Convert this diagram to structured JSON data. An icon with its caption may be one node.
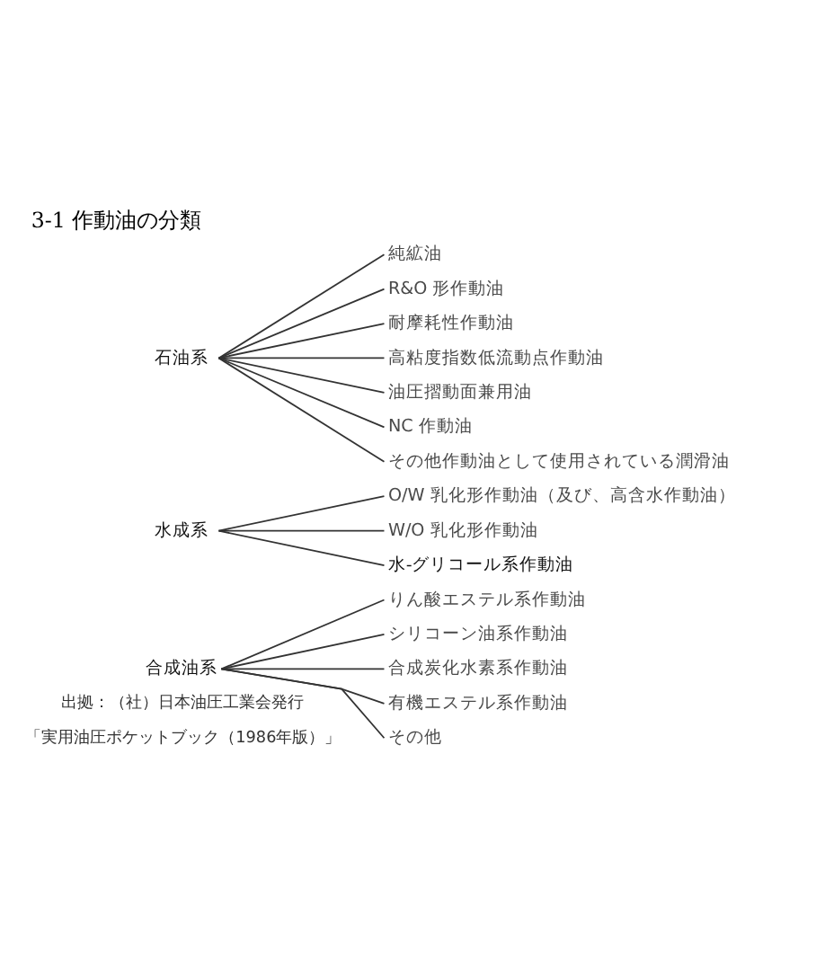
{
  "diagram": {
    "title": "3-1 作動油の分類",
    "nodes": [
      {
        "text": [
          "石油系"
        ]
      },
      {
        "text": [
          "純絋油"
        ]
      },
      {
        "text": [
          "R&O 形作動油"
        ]
      },
      {
        "text": [
          "耐摩耗性作動油"
        ]
      },
      {
        "text": [
          "高粘度指数低流動点作動油"
        ]
      },
      {
        "text": [
          "油圧摺動面兼用油"
        ]
      },
      {
        "text": [
          "NC 作動油"
        ]
      },
      {
        "text": [
          "その他作動油として使用されている潤滑油"
        ]
      },
      {
        "text": [
          "水成系"
        ]
      },
      {
        "text": [
          "O/W 乳化形作動油（及び、高含水作動油）"
        ]
      },
      {
        "text": [
          "W/O 乳化形作動油"
        ]
      },
      {
        "text": [
          "水-グリコール系作動油"
        ]
      },
      {
        "text": [
          "合成油系"
        ]
      },
      {
        "text": [
          "りん酸エステル系作動油"
        ]
      },
      {
        "text": [
          "シリコーン油系作動油"
        ]
      },
      {
        "text": [
          "合成炭化水素系作動油"
        ]
      },
      {
        "text": [
          "有機エステル系作動油"
        ]
      },
      {
        "text": [
          "その他"
        ]
      }
    ],
    "edges": [
      {
        "from": 0,
        "to": 1,
        "arrow": "none"
      },
      {
        "from": 0,
        "to": 2,
        "arrow": "none"
      },
      {
        "from": 0,
        "to": 3,
        "arrow": "none"
      },
      {
        "from": 0,
        "to": 4,
        "arrow": "none"
      },
      {
        "from": 0,
        "to": 5,
        "arrow": "none"
      },
      {
        "from": 0,
        "to": 6,
        "arrow": "none"
      },
      {
        "from": 0,
        "to": 7,
        "arrow": "none"
      },
      {
        "from": 8,
        "to": 9,
        "arrow": "none"
      },
      {
        "from": 8,
        "to": 10,
        "arrow": "none"
      },
      {
        "from": 8,
        "to": 11,
        "arrow": "none"
      },
      {
        "from": 12,
        "to": 13,
        "arrow": "none"
      },
      {
        "from": 12,
        "to": 14,
        "arrow": "none"
      },
      {
        "from": 12,
        "to": 15,
        "arrow": "none"
      },
      {
        "from": 12,
        "to": 16,
        "arrow": "none"
      },
      {
        "from": 12,
        "to": 17,
        "arrow": "none"
      }
    ],
    "labels": [
      "出拠：（社）日本油圧工業会発行",
      "「実用油圧ポケットブック（1986年版）」"
    ]
  }
}
